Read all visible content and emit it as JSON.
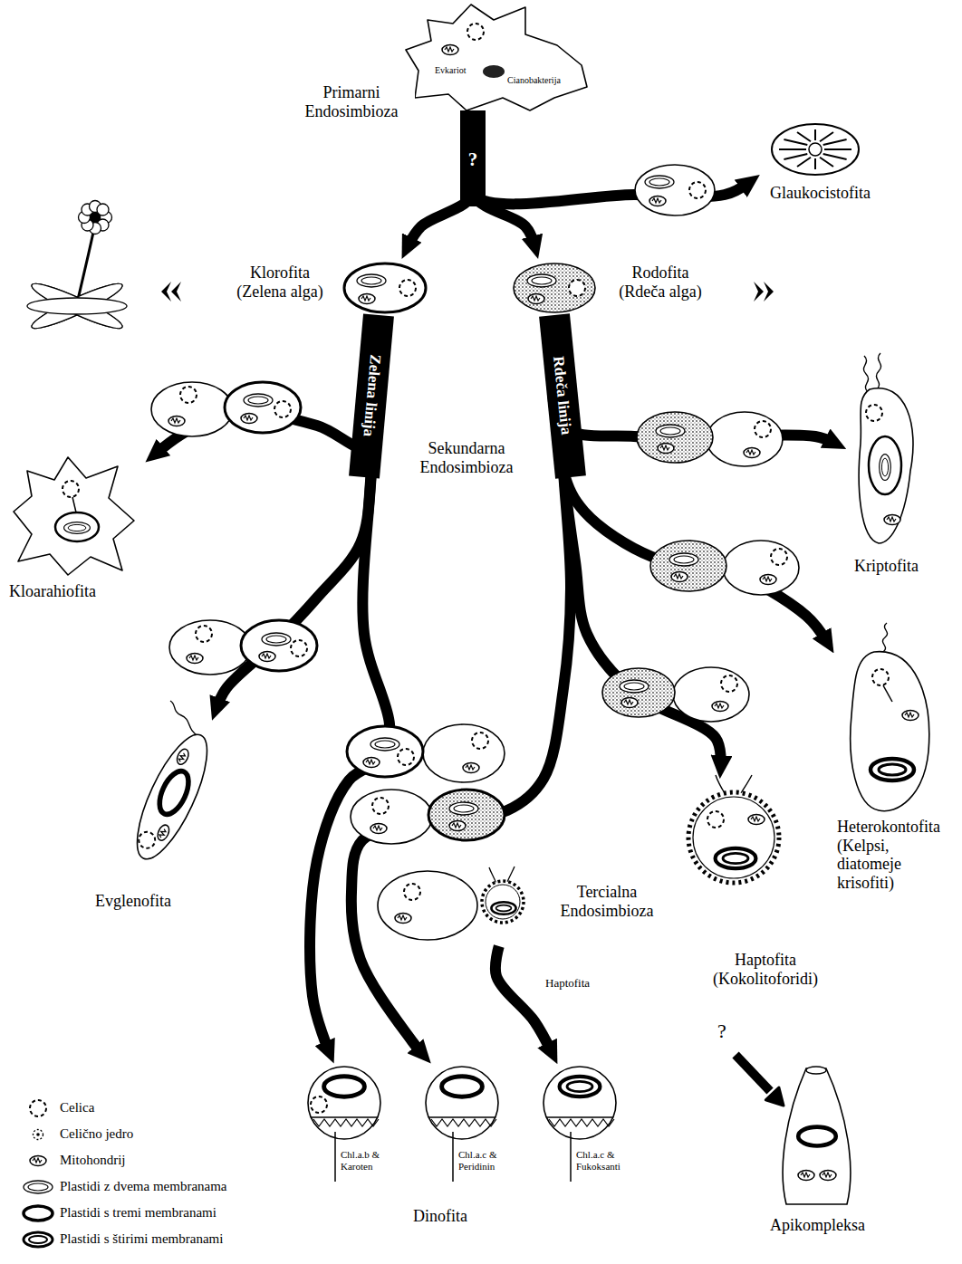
{
  "diagram": {
    "nodes": [
      {
        "text": [
          "Evkariot",
          "Cianobakterija"
        ]
      },
      {
        "text": [
          "Glaukocistofita"
        ]
      },
      {
        "text": [
          "Klorofita (Zelena alga)"
        ]
      },
      {
        "text": [
          "Rodofita (Rdeča alga)"
        ]
      },
      {
        "text": [
          "Kloarahiofita"
        ]
      },
      {
        "text": [
          "Kriptofita"
        ]
      },
      {
        "text": [
          "Evglenofita"
        ]
      },
      {
        "text": [
          "Heterokontofita (Kelpsi, diatomeje krisofiti)"
        ]
      },
      {
        "text": [
          "Haptofita (Kokolitoforidi)"
        ]
      },
      {
        "text": [
          "Tercialna Endosimbioza"
        ]
      },
      {
        "text": [
          "Chl.a.b & Karoten"
        ]
      },
      {
        "text": [
          "Chl.a.c & Peridinin"
        ]
      },
      {
        "text": [
          "Chl.a.c & Fukoksanti"
        ]
      },
      {
        "text": [
          "Apikompleksa"
        ]
      }
    ],
    "edges": [
      {
        "from": 0,
        "to": 1,
        "arrow": "to"
      },
      {
        "from": 0,
        "to": 2,
        "arrow": "to"
      },
      {
        "from": 0,
        "to": 3,
        "arrow": "to"
      },
      {
        "from": 2,
        "to": 4,
        "arrow": "to"
      },
      {
        "from": 2,
        "to": 6,
        "arrow": "to"
      },
      {
        "from": 2,
        "to": 10,
        "arrow": "to"
      },
      {
        "from": 3,
        "to": 5,
        "arrow": "to"
      },
      {
        "from": 3,
        "to": 7,
        "arrow": "to"
      },
      {
        "from": 3,
        "to": 8,
        "arrow": "to"
      },
      {
        "from": 3,
        "to": 11,
        "arrow": "to"
      },
      {
        "from": 9,
        "to": 12,
        "label": "Haptofita",
        "arrow": "to"
      }
    ],
    "labels": [
      "Primarni Endosimbioza",
      "?",
      "Zelena linija",
      "Rdeča linija",
      "Sekundarna Endosimbioza",
      "?",
      "Dinofita"
    ],
    "legend": [
      {
        "text": "Celica"
      },
      {
        "text": "Celično jedro"
      },
      {
        "text": "Mitohondrij"
      },
      {
        "text": "Plastidi z dvema membranama"
      },
      {
        "text": "Plastidi s tremi membranami"
      },
      {
        "text": "Plastidi s štirimi membranami"
      }
    ]
  }
}
